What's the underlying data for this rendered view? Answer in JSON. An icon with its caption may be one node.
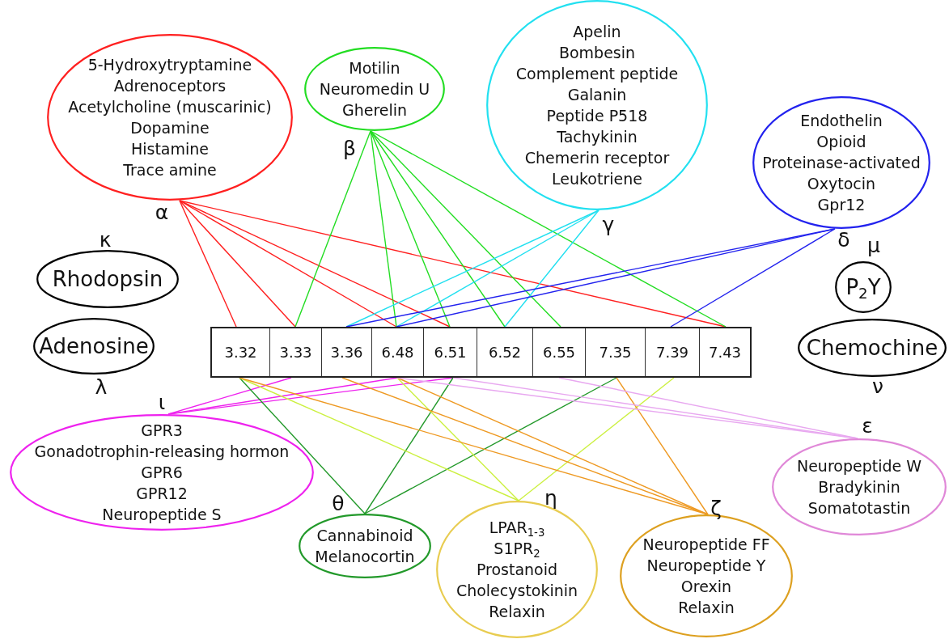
{
  "diagram": {
    "nodes": [
      {
        "text": [
          "5-Hydroxytryptamine",
          "Adrenoceptors",
          "Acetylcholine (muscarinic)",
          "Dopamine",
          "Histamine",
          "Trace amine"
        ],
        "beside": [
          "α"
        ]
      },
      {
        "text": [
          "Motilin",
          "Neuromedin U",
          "Gherelin"
        ],
        "beside": [
          "β"
        ]
      },
      {
        "text": [
          "Apelin",
          "Bombesin",
          "Complement peptide",
          "Galanin",
          "Peptide P518",
          "Tachykinin",
          "Chemerin receptor",
          "Leukotriene"
        ],
        "beside": [
          "γ"
        ]
      },
      {
        "text": [
          "Endothelin",
          "Opioid",
          "Proteinase-activated",
          "Oxytocin",
          "Gpr12"
        ],
        "beside": [
          "δ"
        ]
      },
      {
        "text": [
          "Rhodopsin"
        ],
        "beside": [
          "κ"
        ]
      },
      {
        "text": [
          "Adenosine"
        ],
        "beside": [
          "λ"
        ]
      },
      {
        "text": [
          "P$_{2}$Y"
        ],
        "beside": [
          "μ"
        ]
      },
      {
        "text": [
          "Chemochine"
        ],
        "beside": [
          "ν"
        ]
      },
      {
        "text": [],
        "shape": "box"
      },
      {
        "text": [
          "3.32"
        ],
        "in": 8
      },
      {
        "text": [
          "3.33"
        ],
        "in": 8
      },
      {
        "text": [
          "3.36"
        ],
        "in": 8
      },
      {
        "text": [
          "6.48"
        ],
        "in": 8
      },
      {
        "text": [
          "6.51"
        ],
        "in": 8
      },
      {
        "text": [
          "6.52"
        ],
        "in": 8
      },
      {
        "text": [
          "6.55"
        ],
        "in": 8
      },
      {
        "text": [
          "7.35"
        ],
        "in": 8
      },
      {
        "text": [
          "7.39"
        ],
        "in": 8
      },
      {
        "text": [
          "7.43"
        ],
        "in": 8
      },
      {
        "text": [
          "GPR3",
          "Gonadotrophin-releasing hormon",
          "GPR6",
          "GPR12",
          "Neuropeptide S"
        ],
        "beside": [
          "ι"
        ]
      },
      {
        "text": [
          "Cannabinoid",
          "Melanocortin"
        ],
        "beside": [
          "θ"
        ]
      },
      {
        "text": [
          "LPAR$_{1-3}$",
          "S1PR$_{2}$",
          "Prostanoid",
          "Cholecystokinin",
          "Relaxin"
        ],
        "beside": [
          "η"
        ]
      },
      {
        "text": [
          "Neuropeptide FF",
          "Neuropeptide Y",
          "Orexin",
          "Relaxin"
        ],
        "beside": [
          "ζ"
        ]
      },
      {
        "text": [
          "Neuropeptide W",
          "Bradykinin",
          "Somatotastin"
        ],
        "beside": [
          "ε"
        ]
      }
    ],
    "edges": [
      {
        "from": 0,
        "to": 9,
        "arrow": "none",
        "color": "#ff2020"
      },
      {
        "from": 0,
        "to": 10,
        "arrow": "none",
        "color": "#ff2020"
      },
      {
        "from": 0,
        "to": 12,
        "arrow": "none",
        "color": "#ff2020"
      },
      {
        "from": 0,
        "to": 13,
        "arrow": "none",
        "color": "#ff2020"
      },
      {
        "from": 0,
        "to": 18,
        "arrow": "none",
        "color": "#ff2020"
      },
      {
        "from": 1,
        "to": 10,
        "arrow": "none",
        "color": "#22dd22"
      },
      {
        "from": 1,
        "to": 12,
        "arrow": "none",
        "color": "#22dd22"
      },
      {
        "from": 1,
        "to": 13,
        "arrow": "none",
        "color": "#22dd22"
      },
      {
        "from": 1,
        "to": 14,
        "arrow": "none",
        "color": "#22dd22"
      },
      {
        "from": 1,
        "to": 15,
        "arrow": "none",
        "color": "#22dd22"
      },
      {
        "from": 1,
        "to": 18,
        "arrow": "none",
        "color": "#22dd22"
      },
      {
        "from": 2,
        "to": 11,
        "arrow": "none",
        "color": "#22e0f0"
      },
      {
        "from": 2,
        "to": 12,
        "arrow": "none",
        "color": "#22e0f0"
      },
      {
        "from": 2,
        "to": 14,
        "arrow": "none",
        "color": "#22e0f0"
      },
      {
        "from": 3,
        "to": 11,
        "arrow": "none",
        "color": "#2222ee"
      },
      {
        "from": 3,
        "to": 12,
        "arrow": "none",
        "color": "#2222ee"
      },
      {
        "from": 3,
        "to": 17,
        "arrow": "none",
        "color": "#2222ee"
      },
      {
        "from": 19,
        "to": 10,
        "arrow": "none",
        "color": "#ee22ee"
      },
      {
        "from": 19,
        "to": 12,
        "arrow": "none",
        "color": "#ee22ee"
      },
      {
        "from": 19,
        "to": 13,
        "arrow": "none",
        "color": "#ee22ee"
      },
      {
        "from": 20,
        "to": 9,
        "arrow": "none",
        "color": "#22992a"
      },
      {
        "from": 20,
        "to": 13,
        "arrow": "none",
        "color": "#22992a"
      },
      {
        "from": 20,
        "to": 16,
        "arrow": "none",
        "color": "#22992a"
      },
      {
        "from": 21,
        "to": 9,
        "arrow": "none",
        "color": "#ccf040"
      },
      {
        "from": 21,
        "to": 12,
        "arrow": "none",
        "color": "#ccf040"
      },
      {
        "from": 21,
        "to": 17,
        "arrow": "none",
        "color": "#ccf040"
      },
      {
        "from": 22,
        "to": 9,
        "arrow": "none",
        "color": "#ee9922"
      },
      {
        "from": 22,
        "to": 11,
        "arrow": "none",
        "color": "#ee9922"
      },
      {
        "from": 22,
        "to": 12,
        "arrow": "none",
        "color": "#ee9922"
      },
      {
        "from": 22,
        "to": 16,
        "arrow": "none",
        "color": "#ee9922"
      },
      {
        "from": 23,
        "to": 12,
        "arrow": "none",
        "color": "#e8a8f0"
      },
      {
        "from": 23,
        "to": 13,
        "arrow": "none",
        "color": "#e8a8f0"
      },
      {
        "from": 23,
        "to": 15,
        "arrow": "none",
        "color": "#e8a8f0"
      }
    ]
  }
}
